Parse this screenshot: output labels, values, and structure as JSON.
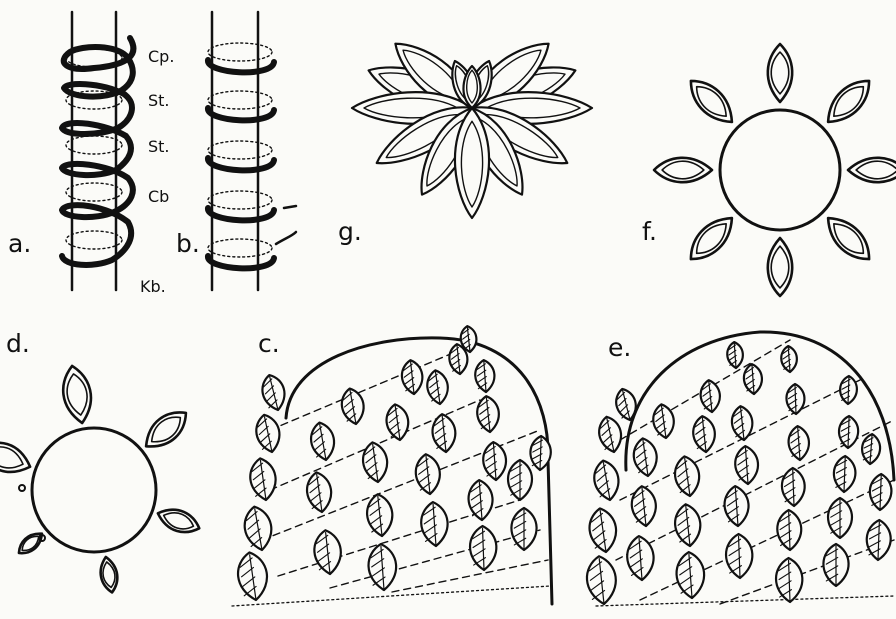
{
  "panels": {
    "a": {
      "label": "a."
    },
    "b": {
      "label": "b."
    },
    "c": {
      "label": "c."
    },
    "d": {
      "label": "d."
    },
    "e": {
      "label": "e."
    },
    "f": {
      "label": "f."
    },
    "g": {
      "label": "g."
    }
  },
  "annotations": [
    "Cp.",
    "St.",
    "St.",
    "Cb",
    "Kb."
  ],
  "colors": {
    "ink": "#111111",
    "paper": "#fbfbf8"
  }
}
